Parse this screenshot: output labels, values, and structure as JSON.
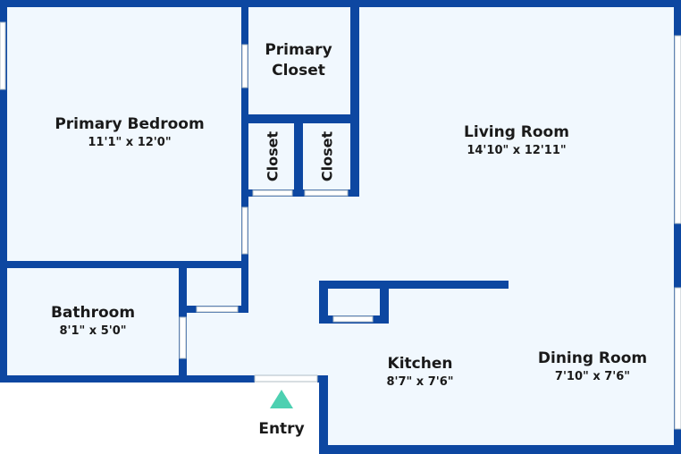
{
  "plan": {
    "colors": {
      "wall": "#0d47a1",
      "floor": "#f1f8fe",
      "window": "#ffffff",
      "entry": "#4dd0b1",
      "text": "#1a1a1a"
    },
    "rooms": [
      {
        "id": "primary-bedroom",
        "name": "Primary Bedroom",
        "dims": "11'1\" x 12'0\""
      },
      {
        "id": "primary-closet",
        "name_line1": "Primary",
        "name_line2": "Closet"
      },
      {
        "id": "closet-1",
        "name": "Closet"
      },
      {
        "id": "closet-2",
        "name": "Closet"
      },
      {
        "id": "living-room",
        "name": "Living Room",
        "dims": "14'10\" x 12'11\""
      },
      {
        "id": "bathroom",
        "name": "Bathroom",
        "dims": "8'1\" x 5'0\""
      },
      {
        "id": "kitchen",
        "name": "Kitchen",
        "dims": "8'7\" x 7'6\""
      },
      {
        "id": "dining-room",
        "name": "Dining Room",
        "dims": "7'10\" x 7'6\""
      }
    ],
    "entry": {
      "label": "Entry",
      "icon": "triangle-up-icon"
    }
  }
}
